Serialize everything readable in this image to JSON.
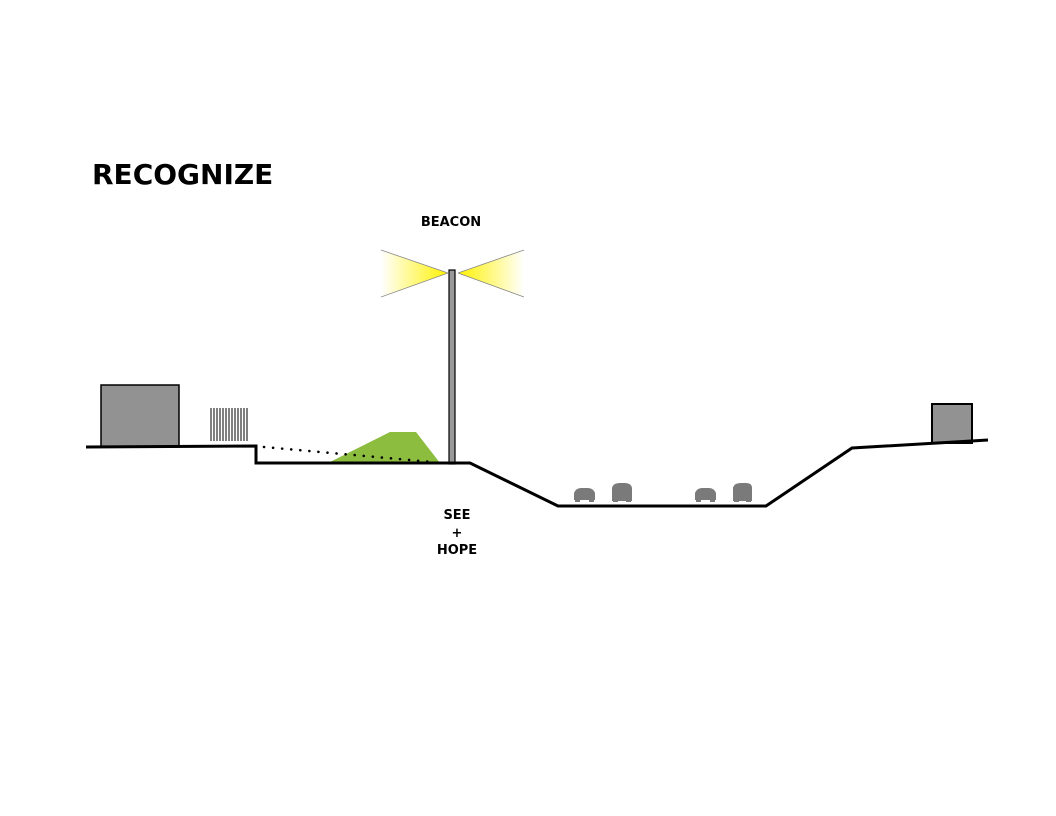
{
  "title": "RECOGNIZE",
  "labels": {
    "beacon": "BEACON",
    "see": "SEE",
    "plus": "+",
    "hope": "HOPE"
  },
  "colors": {
    "ground": "#000000",
    "building": "#929292",
    "berm": "#8cbd3f",
    "light": "#fff200",
    "pole": "#999999",
    "car": "#7a7a7a"
  },
  "icons": {
    "beacon_light": "spotlight-icon",
    "car": "car-icon",
    "fence": "fence-icon"
  }
}
